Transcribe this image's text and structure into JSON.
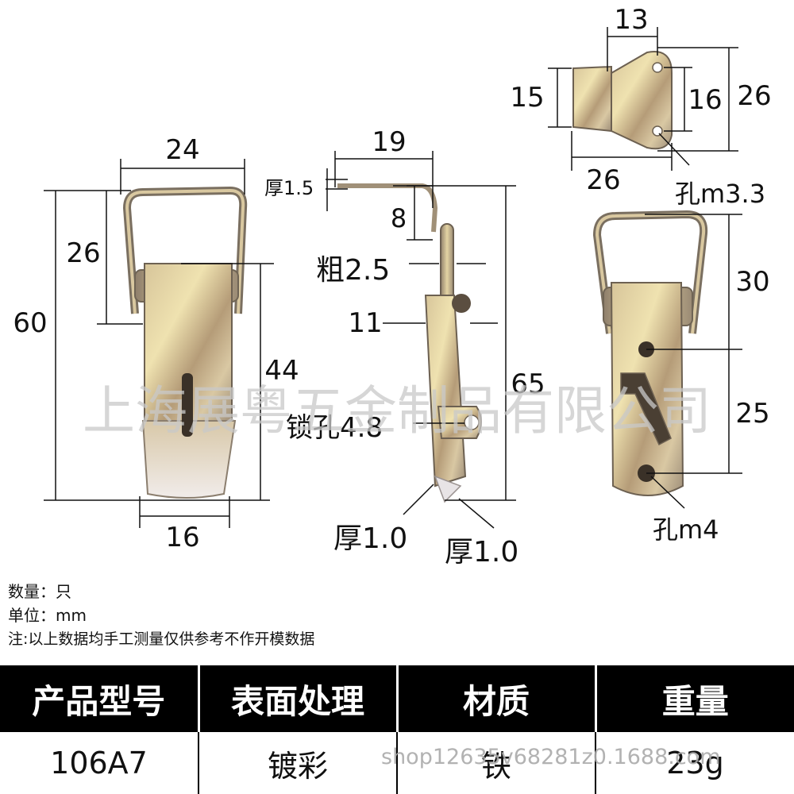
{
  "front": {
    "w_top": "24",
    "h_loop": "26",
    "h_total": "60",
    "h_body": "44",
    "w_bottom": "16"
  },
  "side": {
    "w_top": "19",
    "thick_top": "厚1.5",
    "h_hook": "8",
    "wire": "粗2.5",
    "depth": "11",
    "height": "65",
    "lock_hole": "锁孔4.8",
    "thick_a": "厚1.0",
    "thick_b": "厚1.0"
  },
  "catch": {
    "w_top": "13",
    "h_left": "15",
    "h_holes": "16",
    "h_total": "26",
    "w_bottom": "26",
    "hole": "孔m3.3"
  },
  "back": {
    "h_upper": "30",
    "h_lower": "25",
    "hole": "孔m4"
  },
  "watermark": "上海展粤五金制品有限公司",
  "shop_watermark": "shop12635v68281z0.1688.com",
  "notes": {
    "qty_label": "数量：",
    "qty_value": "只",
    "unit_label": "单位：",
    "unit_value": "mm",
    "disclaimer": "注:以上数据均手工测量仅供参考不作开模数据"
  },
  "table": {
    "headers": [
      "产品型号",
      "表面处理",
      "材质",
      "重量"
    ],
    "row": [
      "106A7",
      "镀彩",
      "铁",
      "23g"
    ]
  },
  "colors": {
    "metal_light": "#e8d49a",
    "metal_mid": "#b99d6e",
    "metal_dark": "#7c6e5c",
    "header_bg": "#000000"
  }
}
